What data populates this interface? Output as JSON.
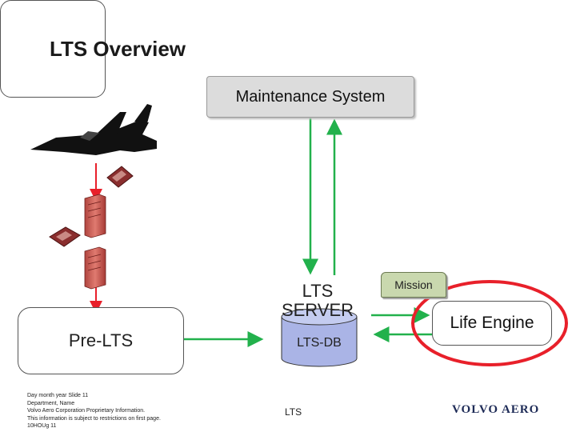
{
  "slide": {
    "title": "LTS Overview",
    "maintenance_system_label": "Maintenance System",
    "pre_lts_label": "Pre-LTS",
    "lts_server_label": "LTS SERVER",
    "lts_db_label": "LTS-DB",
    "mission_label": "Mission",
    "life_engine_label": "Life Engine"
  },
  "footer": {
    "lines": [
      "Day month year  Slide 11",
      "Department, Name",
      "Volvo Aero Corporation Proprietary Information.",
      "This information is subject to restrictions on first page.",
      "10HOUg 11"
    ],
    "center_text": "LTS"
  },
  "brand": {
    "logo_text": "VOLVO AERO"
  },
  "colors": {
    "arrow_green": "#22b14c",
    "arrow_red": "#e8202a",
    "highlight_red": "#e8202a",
    "server_fill": "#aab4e6",
    "mission_fill": "#c9d8ae",
    "logo_navy": "#1e2b57"
  }
}
